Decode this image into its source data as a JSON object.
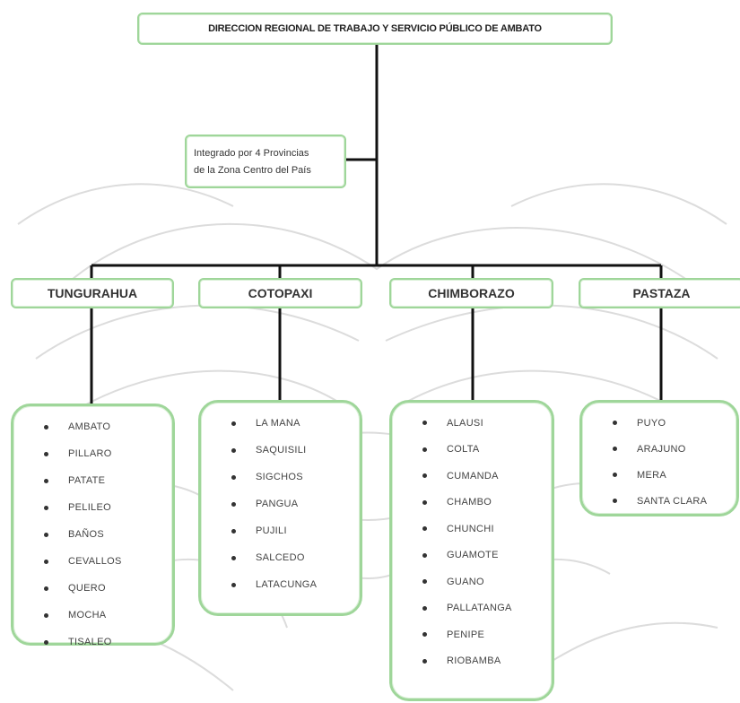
{
  "title": "DIRECCION REGIONAL DE TRABAJO Y SERVICIO PÚBLICO DE AMBATO",
  "note": [
    "Integrado por 4 Provincias",
    "de la Zona Centro del País"
  ],
  "provinces": [
    {
      "name": "TUNGURAHUA",
      "cantons": [
        "AMBATO",
        "PILLARO",
        "PATATE",
        "PELILEO",
        "BAÑOS",
        "CEVALLOS",
        "QUERO",
        "MOCHA",
        "TISALEO"
      ]
    },
    {
      "name": "COTOPAXI",
      "cantons": [
        "LA MANA",
        "SAQUISILI",
        "SIGCHOS",
        "PANGUA",
        "PUJILI",
        "SALCEDO",
        "LATACUNGA"
      ]
    },
    {
      "name": "CHIMBORAZO",
      "cantons": [
        "ALAUSI",
        "COLTA",
        "CUMANDA",
        "CHAMBO",
        "CHUNCHI",
        "GUAMOTE",
        "GUANO",
        "PALLATANGA",
        "PENIPE",
        "RIOBAMBA"
      ]
    },
    {
      "name": "PASTAZA",
      "cantons": [
        "PUYO",
        "ARAJUNO",
        "MERA",
        "SANTA CLARA"
      ]
    }
  ],
  "colors": {
    "box_border": "#9fd69a",
    "line": "#111111",
    "watermark": "#d9d9d9"
  }
}
